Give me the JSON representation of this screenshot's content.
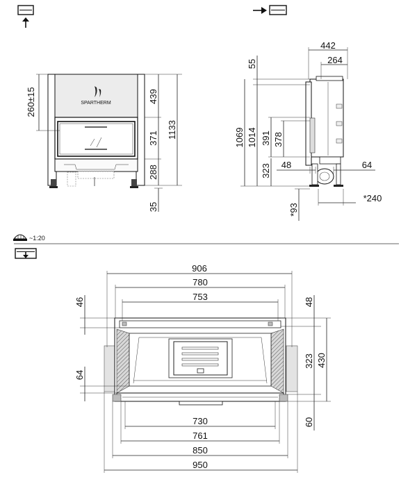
{
  "brand": "SPARTHERM",
  "scale": "~1:20",
  "front_view": {
    "dims": {
      "top_part": "439",
      "mid_part": "371",
      "low_part": "288",
      "total": "1133",
      "foot": "35",
      "hood": "260±15"
    }
  },
  "side_view": {
    "dims": {
      "depth": "442",
      "inner": "264",
      "top_gap": "55",
      "h1": "1069",
      "h2": "1014",
      "h3": "391",
      "h4": "378",
      "h5": "323",
      "w48": "48",
      "w64": "64",
      "b93": "*93",
      "b240": "*240"
    }
  },
  "top_view": {
    "dims": {
      "w906": "906",
      "w780": "780",
      "w753": "753",
      "l46": "46",
      "l64": "64",
      "r48": "48",
      "r323": "323",
      "r430": "430",
      "r60": "60",
      "b730": "730",
      "b761": "761",
      "b850": "850",
      "b950": "950"
    }
  },
  "icons": {
    "front": "front-view-icon",
    "side": "side-view-icon",
    "top": "top-view-icon",
    "scale": "scale-ruler-icon"
  }
}
